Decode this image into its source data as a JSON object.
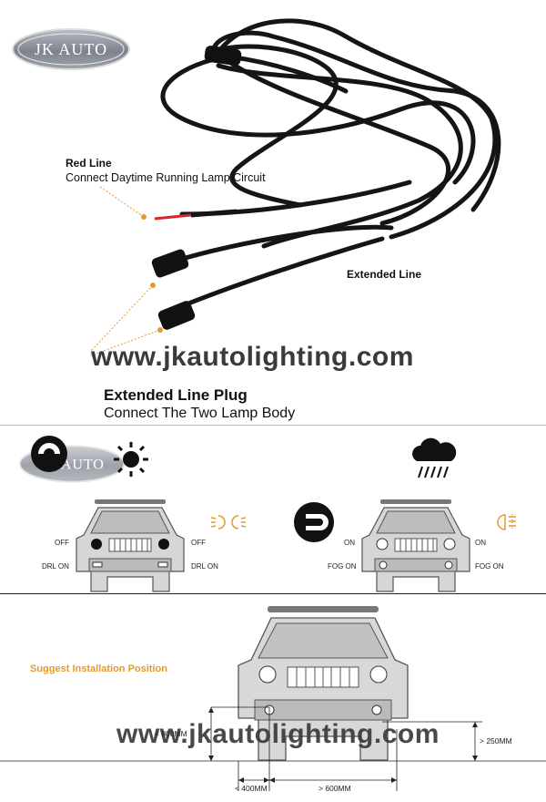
{
  "logo": {
    "text": "JK AUTO"
  },
  "cable_labels": {
    "red_line_title": "Red Line",
    "red_line_desc": "Connect Daytime Running Lamp Circuit",
    "extended_line": "Extended Line"
  },
  "watermark": "www.jkautolighting.com",
  "plug": {
    "title": "Extended Line Plug",
    "desc": "Connect The Two Lamp Body"
  },
  "day_mode": {
    "top_left": "OFF",
    "top_right": "OFF",
    "bottom_left": "DRL ON",
    "bottom_right": "DRL ON"
  },
  "night_mode": {
    "top_left": "ON",
    "top_right": "ON",
    "bottom_left": "FOG ON",
    "bottom_right": "FOG ON"
  },
  "install": {
    "suggest": "Suggest Installation Position",
    "height_left": "< 800MM",
    "height_right": "> 250MM",
    "width_left": "< 400MM",
    "width_right": "> 600MM"
  },
  "icons": [
    "headlight-switch-icon",
    "sun-icon",
    "moon-icon",
    "rain-cloud-icon",
    "drl-lamp-icon",
    "fog-lamp-icon"
  ],
  "colors": {
    "accent_orange": "#e69a2e",
    "red_wire": "#d9252a",
    "cable": "#151515"
  }
}
